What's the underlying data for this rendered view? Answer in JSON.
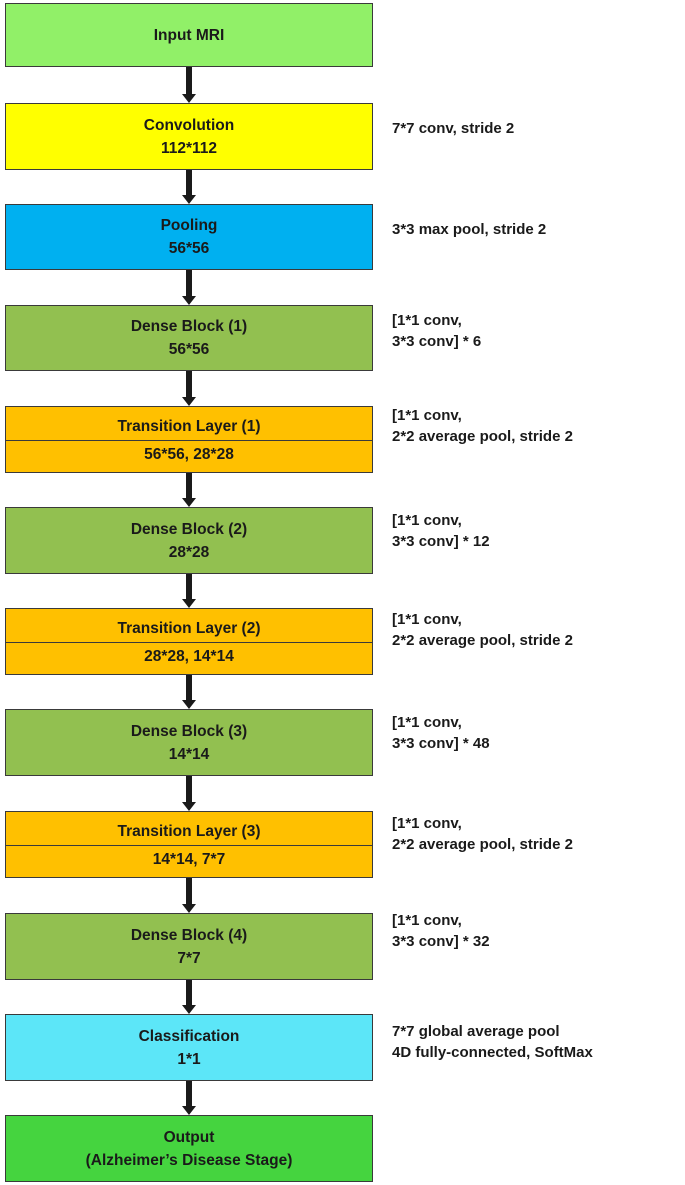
{
  "colors": {
    "input": "#91f068",
    "convolution": "#ffff00",
    "pooling": "#00b0f0",
    "dense": "#92c050",
    "transition": "#ffc000",
    "classification": "#5ce6f8",
    "output": "#45d43f"
  },
  "blocks": {
    "input": {
      "title": "Input MRI"
    },
    "convolution": {
      "title": "Convolution",
      "size": "112*112",
      "note": [
        "7*7 conv,  stride 2"
      ]
    },
    "pooling": {
      "title": "Pooling",
      "size": "56*56",
      "note": [
        "3*3 max pool, stride 2"
      ]
    },
    "dense1": {
      "title": "Dense Block (1)",
      "size": "56*56",
      "note": [
        "[1*1 conv,",
        "3*3 conv]  * 6"
      ]
    },
    "trans1": {
      "title": "Transition Layer (1)",
      "size": "56*56, 28*28",
      "note": [
        "[1*1 conv,",
        "2*2 average pool, stride 2"
      ]
    },
    "dense2": {
      "title": "Dense Block (2)",
      "size": "28*28",
      "note": [
        "[1*1 conv,",
        "3*3 conv]  * 12"
      ]
    },
    "trans2": {
      "title": "Transition Layer (2)",
      "size": "28*28, 14*14",
      "note": [
        "[1*1 conv,",
        "2*2 average pool, stride 2"
      ]
    },
    "dense3": {
      "title": "Dense Block (3)",
      "size": "14*14",
      "note": [
        "[1*1 conv,",
        "3*3 conv]  * 48"
      ]
    },
    "trans3": {
      "title": "Transition Layer (3)",
      "size": "14*14, 7*7",
      "note": [
        "[1*1 conv,",
        "2*2 average pool, stride 2"
      ]
    },
    "dense4": {
      "title": "Dense Block (4)",
      "size": "7*7",
      "note": [
        "[1*1 conv,",
        "3*3 conv]  * 32"
      ]
    },
    "classification": {
      "title": "Classification",
      "size": "1*1",
      "note": [
        "7*7 global average pool",
        "4D fully-connected,  SoftMax"
      ]
    },
    "output": {
      "title": "Output",
      "size": "(Alzheimer’s Disease Stage)"
    }
  }
}
